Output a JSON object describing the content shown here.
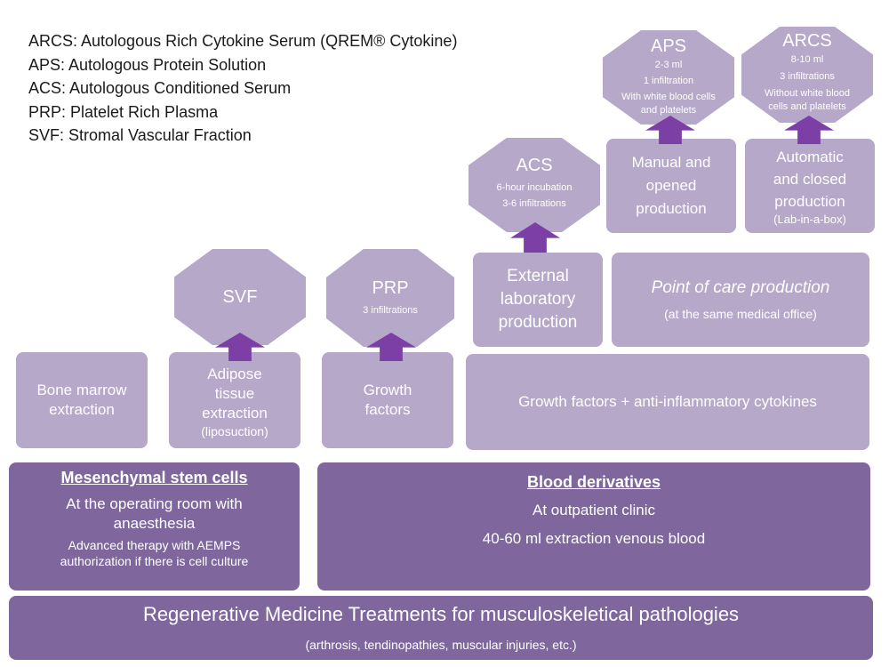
{
  "legend": [
    "ARCS: Autologous Rich Cytokine Serum (QREM® Cytokine)",
    "APS: Autologous Protein Solution",
    "ACS: Autologous Conditioned Serum",
    "PRP: Platelet Rich Plasma",
    "SVF: Stromal Vascular Fraction"
  ],
  "bottom": {
    "title": "Regenerative Medicine Treatments for musculoskeletical pathologies",
    "subtitle": "(arthrosis, tendinopathies,  muscular injuries, etc.)"
  },
  "msc": {
    "title": "Mesenchymal stem cells",
    "line1": "At the operating room with",
    "line2": "anaesthesia",
    "note1": "Advanced therapy with AEMPS",
    "note2": "authorization if there is  cell culture"
  },
  "blood": {
    "title": "Blood derivatives",
    "line1": "At outpatient clinic",
    "line2": "40-60 ml extraction venous blood"
  },
  "boxes": {
    "bone_marrow": [
      "Bone marrow",
      "extraction"
    ],
    "adipose": [
      "Adipose",
      "tissue",
      "extraction",
      "(liposuction)"
    ],
    "growth_factors": [
      "Growth",
      "factors"
    ],
    "growth_cytokines": "Growth factors + anti-inflammatory cytokines",
    "external_lab": [
      "External",
      "laboratory",
      "production"
    ],
    "point_of_care": {
      "title": "Point of care production",
      "sub": "(at the same medical office)"
    },
    "manual": [
      "Manual and",
      "opened",
      "production"
    ],
    "automatic": [
      "Automatic",
      "and closed",
      "production",
      "(Lab-in-a-box)"
    ]
  },
  "octagons": {
    "svf": {
      "title": "SVF"
    },
    "prp": {
      "title": "PRP",
      "lines": [
        "3 infiltrations"
      ]
    },
    "acs": {
      "title": "ACS",
      "lines": [
        "6-hour incubation",
        "3-6 infiltrations"
      ]
    },
    "aps": {
      "title": "APS",
      "lines": [
        "2-3 ml",
        "1 infiltration",
        "With white blood cells",
        "and platelets"
      ]
    },
    "arcs": {
      "title": "ARCS",
      "lines": [
        "8-10 ml",
        "3 infiltrations",
        "Without white blood",
        "cells and platelets"
      ]
    }
  },
  "colors": {
    "light": "#b5a8c9",
    "dark": "#7f679e",
    "arrow": "#7b3fa6"
  }
}
